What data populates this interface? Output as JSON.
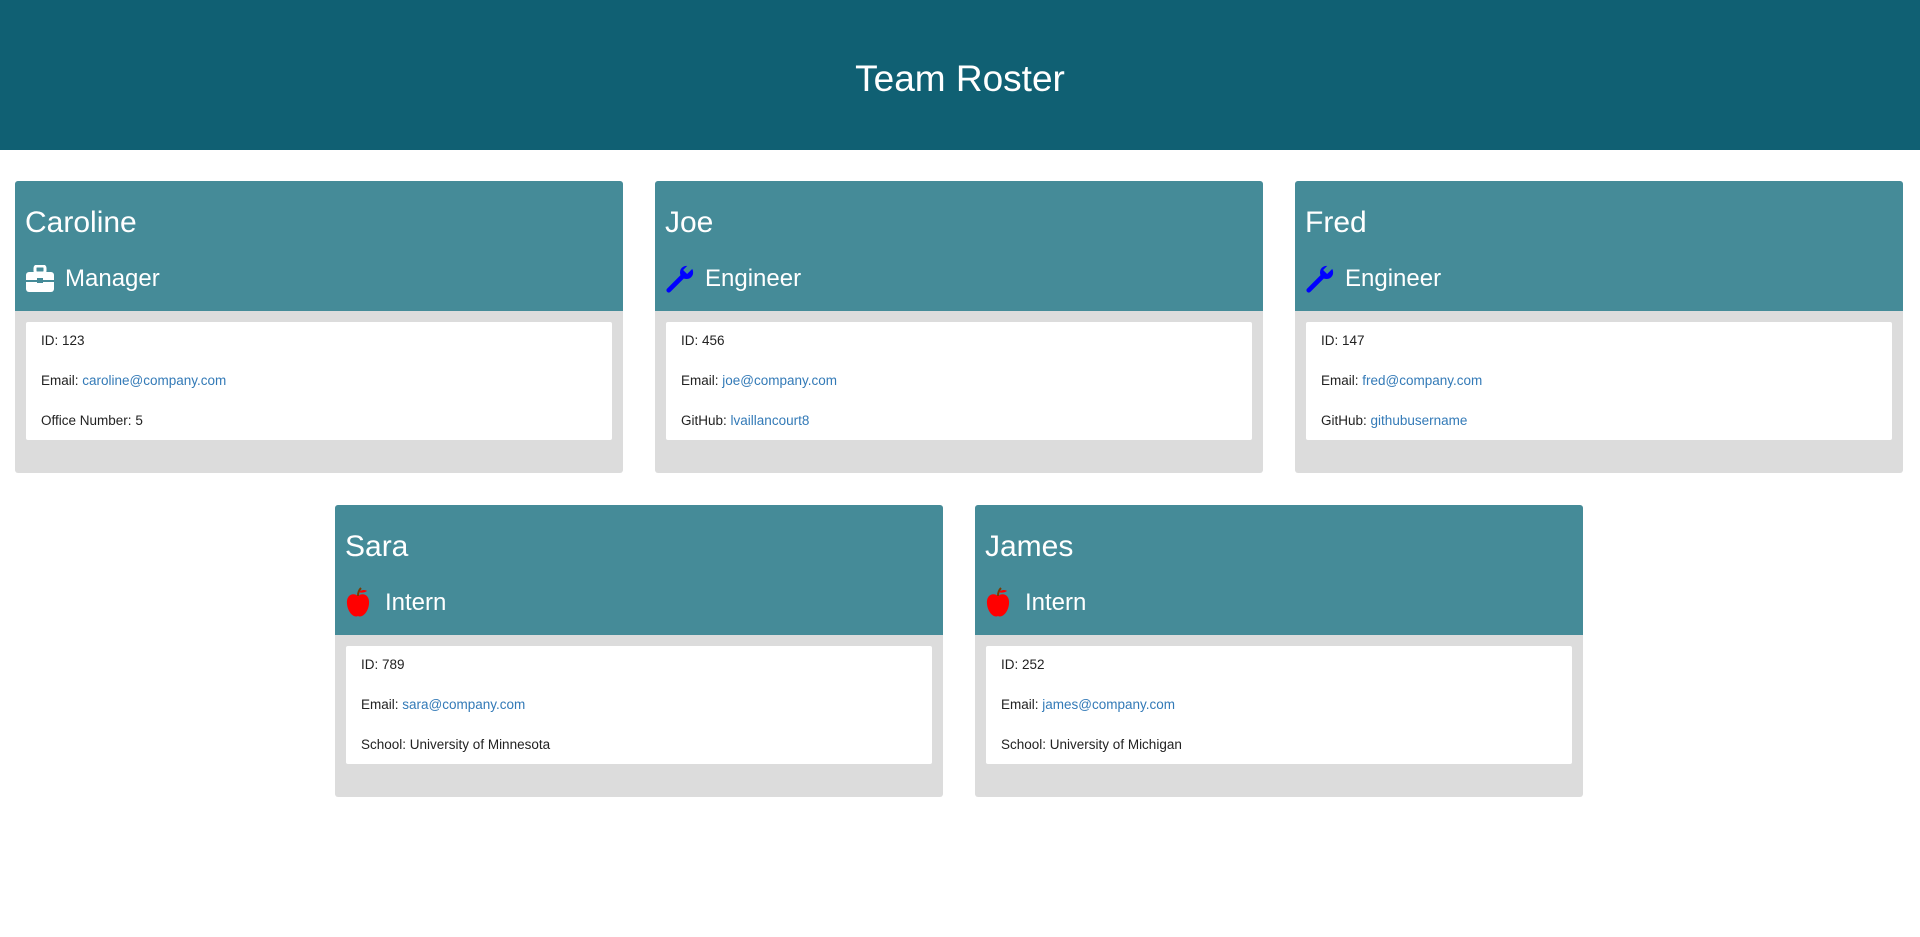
{
  "header": {
    "title": "Team Roster"
  },
  "members": [
    {
      "name": "Caroline",
      "role": "Manager",
      "role_icon": "briefcase-icon",
      "id_label": "ID:",
      "id": "123",
      "email_label": "Email:",
      "email": "caroline@company.com",
      "extra_label": "Office Number:",
      "extra": "5"
    },
    {
      "name": "Joe",
      "role": "Engineer",
      "role_icon": "wrench-icon",
      "id_label": "ID:",
      "id": "456",
      "email_label": "Email:",
      "email": "joe@company.com",
      "extra_label": "GitHub:",
      "extra": "lvaillancourt8"
    },
    {
      "name": "Fred",
      "role": "Engineer",
      "role_icon": "wrench-icon",
      "id_label": "ID:",
      "id": "147",
      "email_label": "Email:",
      "email": "fred@company.com",
      "extra_label": "GitHub:",
      "extra": "githubusername"
    },
    {
      "name": "Sara",
      "role": "Intern",
      "role_icon": "apple-icon",
      "id_label": "ID:",
      "id": "789",
      "email_label": "Email:",
      "email": "sara@company.com",
      "extra_label": "School:",
      "extra": "University of Minnesota"
    },
    {
      "name": "James",
      "role": "Intern",
      "role_icon": "apple-icon",
      "id_label": "ID:",
      "id": "252",
      "email_label": "Email:",
      "email": "james@company.com",
      "extra_label": "School:",
      "extra": "University of Michigan"
    }
  ],
  "colors": {
    "header_bg": "#106073",
    "card_head_bg": "#458b98",
    "card_bg": "#dcdcdc",
    "link": "#337ab7",
    "wrench_icon": "#0000ff",
    "apple_icon": "#ff0000",
    "briefcase_icon": "#ffffff"
  }
}
